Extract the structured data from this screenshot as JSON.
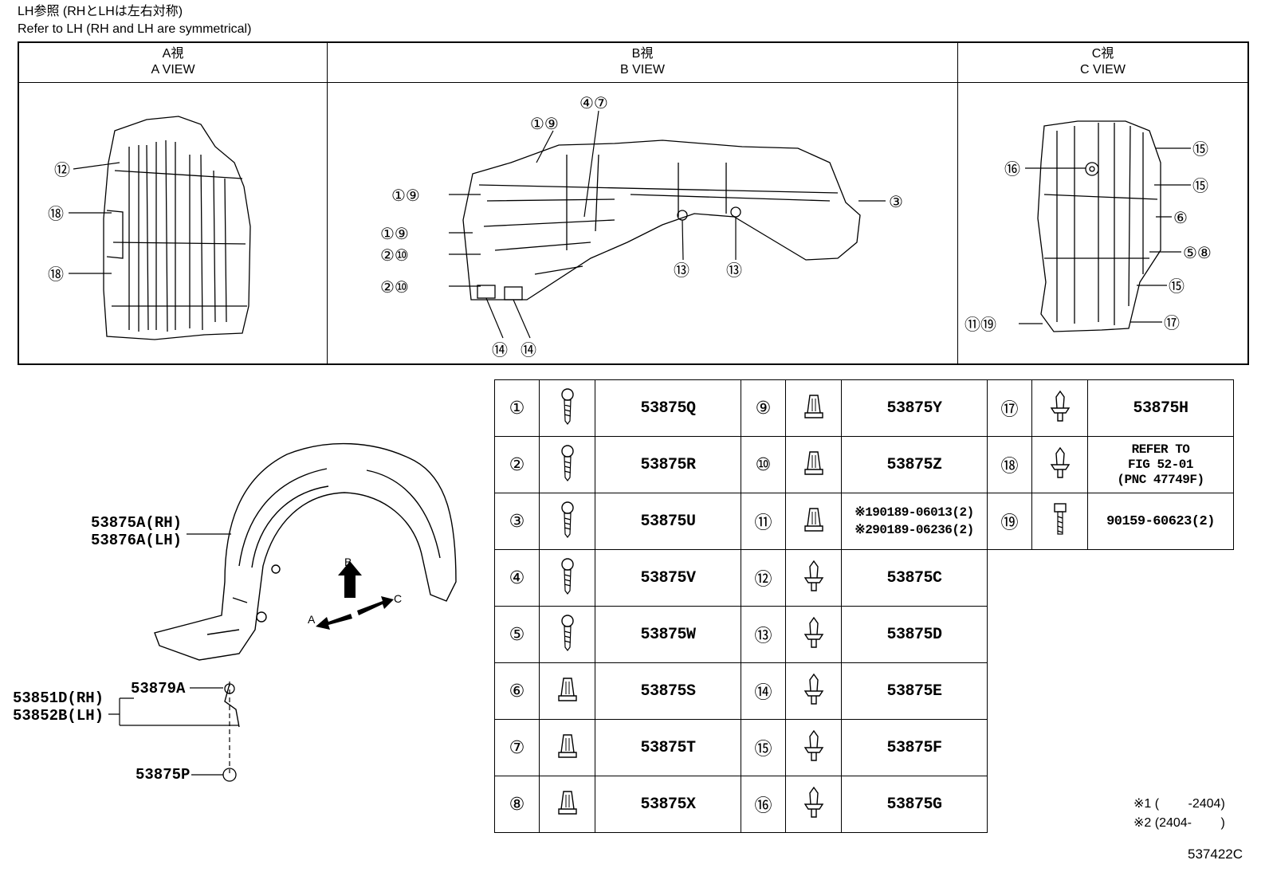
{
  "header": {
    "line1": "LH参照 (RHとLHは左右対称)",
    "line2": "Refer to LH (RH and LH are symmetrical)"
  },
  "views": {
    "a": {
      "jp": "A視",
      "en": "A VIEW"
    },
    "b": {
      "jp": "B視",
      "en": "B VIEW"
    },
    "c": {
      "jp": "C視",
      "en": "C VIEW"
    }
  },
  "callouts": {
    "a": [
      "⑫",
      "⑱",
      "⑱"
    ],
    "b": [
      "④⑦",
      "①⑨",
      "①⑨",
      "①⑨",
      "②⑩",
      "②⑩",
      "③",
      "⑬",
      "⑬",
      "⑭",
      "⑭"
    ],
    "c": [
      "⑯",
      "⑮",
      "⑮",
      "⑥",
      "⑤⑧",
      "⑮",
      "⑪⑲",
      "⑰"
    ]
  },
  "parts_table": [
    [
      {
        "num": "①",
        "icon": "screw-icon",
        "part": "53875Q"
      },
      {
        "num": "⑨",
        "icon": "nut-icon",
        "part": "53875Y"
      },
      {
        "num": "⑰",
        "icon": "clip-icon",
        "part": "53875H"
      }
    ],
    [
      {
        "num": "②",
        "icon": "screw-icon",
        "part": "53875R"
      },
      {
        "num": "⑩",
        "icon": "nut-icon",
        "part": "53875Z"
      },
      {
        "num": "⑱",
        "icon": "clip-icon",
        "part_lines": [
          "REFER TO",
          "FIG 52-01",
          "(PNC 47749F)"
        ]
      }
    ],
    [
      {
        "num": "③",
        "icon": "screw-icon",
        "part": "53875U"
      },
      {
        "num": "⑪",
        "icon": "nut-icon",
        "part_lines": [
          "※190189-06013(2)",
          "※290189-06236(2)"
        ]
      },
      {
        "num": "⑲",
        "icon": "bolt-icon",
        "part": "90159-60623(2)"
      }
    ],
    [
      {
        "num": "④",
        "icon": "screw-icon",
        "part": "53875V"
      },
      {
        "num": "⑫",
        "icon": "clip-icon",
        "part": "53875C"
      }
    ],
    [
      {
        "num": "⑤",
        "icon": "screw-icon",
        "part": "53875W"
      },
      {
        "num": "⑬",
        "icon": "clip-icon",
        "part": "53875D"
      }
    ],
    [
      {
        "num": "⑥",
        "icon": "nut-icon",
        "part": "53875S"
      },
      {
        "num": "⑭",
        "icon": "clip-icon",
        "part": "53875E"
      }
    ],
    [
      {
        "num": "⑦",
        "icon": "nut-icon",
        "part": "53875T"
      },
      {
        "num": "⑮",
        "icon": "clip-icon",
        "part": "53875F"
      }
    ],
    [
      {
        "num": "⑧",
        "icon": "nut-icon",
        "part": "53875X"
      },
      {
        "num": "⑯",
        "icon": "clip-icon",
        "part": "53875G"
      }
    ]
  ],
  "assembly_labels": {
    "liner_rh": "53875A(RH)",
    "liner_lh": "53876A(LH)",
    "bracket_rh": "53851D(RH)",
    "bracket_lh": "53852B(LH)",
    "nut": "53879A",
    "bolt": "53875P",
    "arrow_a": "A",
    "arrow_b": "B",
    "arrow_c": "C"
  },
  "notes": {
    "note1": "※1 (　　 -2404)",
    "note2": "※2 (2404-　　 )"
  },
  "figure_code": "537422C"
}
